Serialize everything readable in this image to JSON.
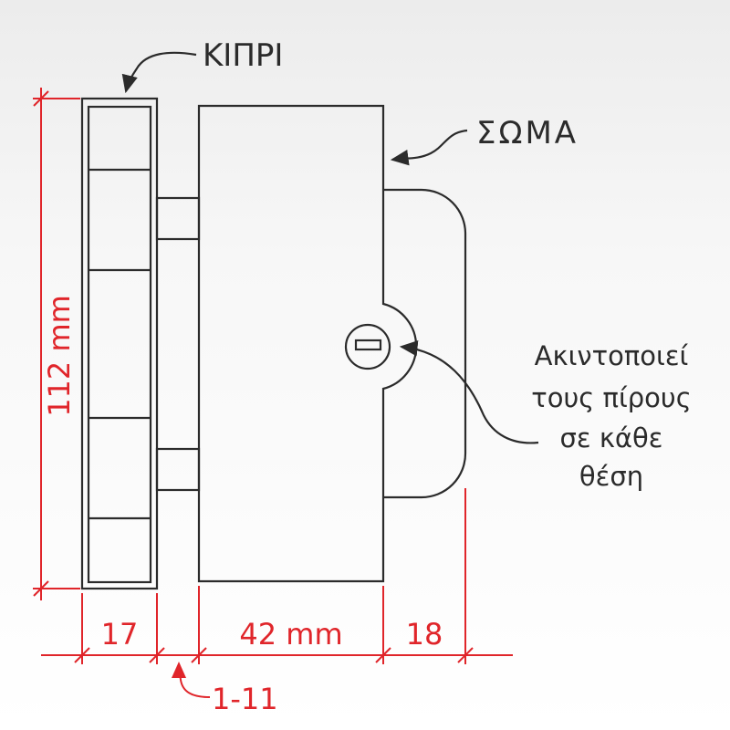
{
  "labels": {
    "strike_plate": "ΚΙΠΡΙ",
    "body": "ΣΩΜΑ",
    "note_lines": [
      "Ακιντοποιεί",
      "τους πίρους",
      "σε κάθε",
      "θέση"
    ]
  },
  "dimensions": {
    "height": "112 mm",
    "strike_width": "17",
    "body_width": "42 mm",
    "bolt_projection": "18",
    "gap": "1-11"
  },
  "colors": {
    "dimension": "#e0252a",
    "outline": "#2b2b2b"
  }
}
